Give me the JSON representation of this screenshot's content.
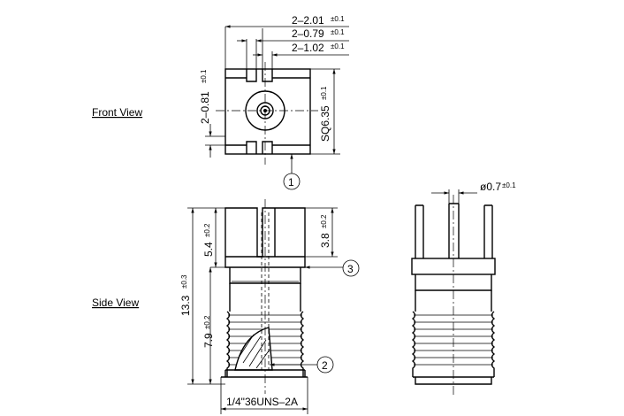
{
  "views": {
    "front": "Front View",
    "side": "Side View"
  },
  "dims": {
    "d_201": {
      "main": "2–2.01",
      "tol": "±0.1"
    },
    "d_079": {
      "main": "2–0.79",
      "tol": "±0.1"
    },
    "d_102": {
      "main": "2–1.02",
      "tol": "±0.1"
    },
    "d_081": {
      "main": "2–0.81",
      "tol": "±0.1"
    },
    "sq635": {
      "main": "SQ6.35",
      "tol": "±0.1"
    },
    "phi07": {
      "main": "ø0.7",
      "tol": "±0.1"
    },
    "d_54": {
      "main": "5.4",
      "tol": "±0.2"
    },
    "d_38": {
      "main": "3.8",
      "tol": "±0.2"
    },
    "d_133": {
      "main": "13.3",
      "tol": "±0.3"
    },
    "d_79": {
      "main": "7.9",
      "tol": "±0.2"
    },
    "thread": "1/4\"36UNS–2A"
  },
  "balloons": {
    "b1": "1",
    "b2": "2",
    "b3": "3"
  }
}
